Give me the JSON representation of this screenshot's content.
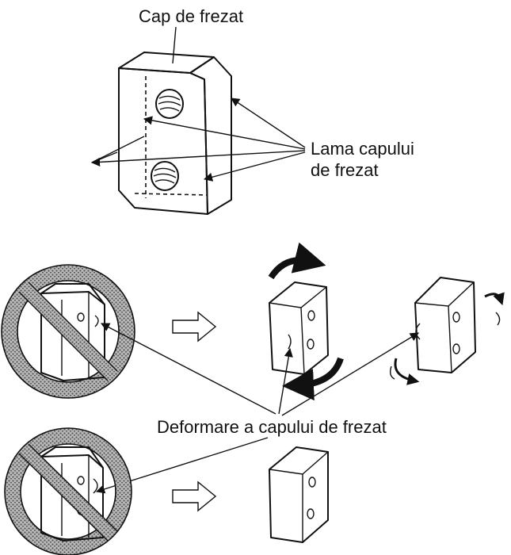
{
  "labels": {
    "cutter_head": "Cap de frezat",
    "blade_line1": "Lama capului",
    "blade_line2": "de frezat",
    "deformation": "Deformare a capului de frezat"
  },
  "icons": {
    "prohibited": "prohibited-sign-icon",
    "arrow": "hollow-right-arrow-icon",
    "rotation": "curved-rotation-arrow-icon"
  },
  "colors": {
    "ink": "#111111",
    "block_fill": "#e6e6e6",
    "block_face": "#cfcfcf",
    "hatch": "#8a8a8a",
    "background": "#ffffff"
  }
}
